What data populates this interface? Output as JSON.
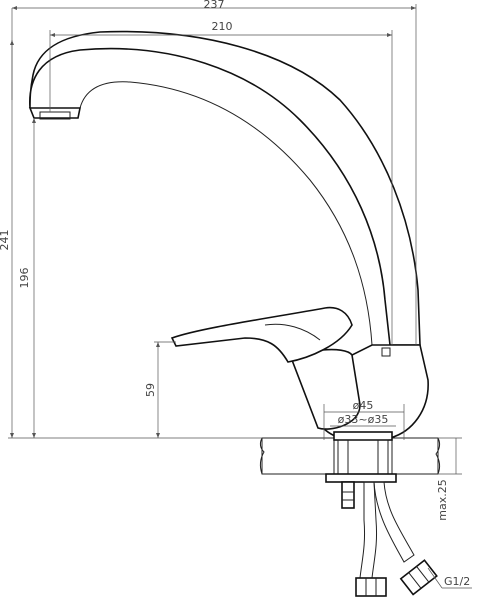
{
  "drawing": {
    "dimensions": {
      "overall_reach": "237",
      "spout_reach": "210",
      "overall_height": "241",
      "spout_height": "196",
      "lever_height": "59",
      "base_diameter": "ø45",
      "hole_diameter": "ø33~ø35",
      "max_counter_thickness": "max.25",
      "hose_thread": "G1/2"
    },
    "colors": {
      "line": "#111111",
      "dimension": "#555555",
      "hatch": "#555555",
      "background": "#ffffff"
    }
  }
}
